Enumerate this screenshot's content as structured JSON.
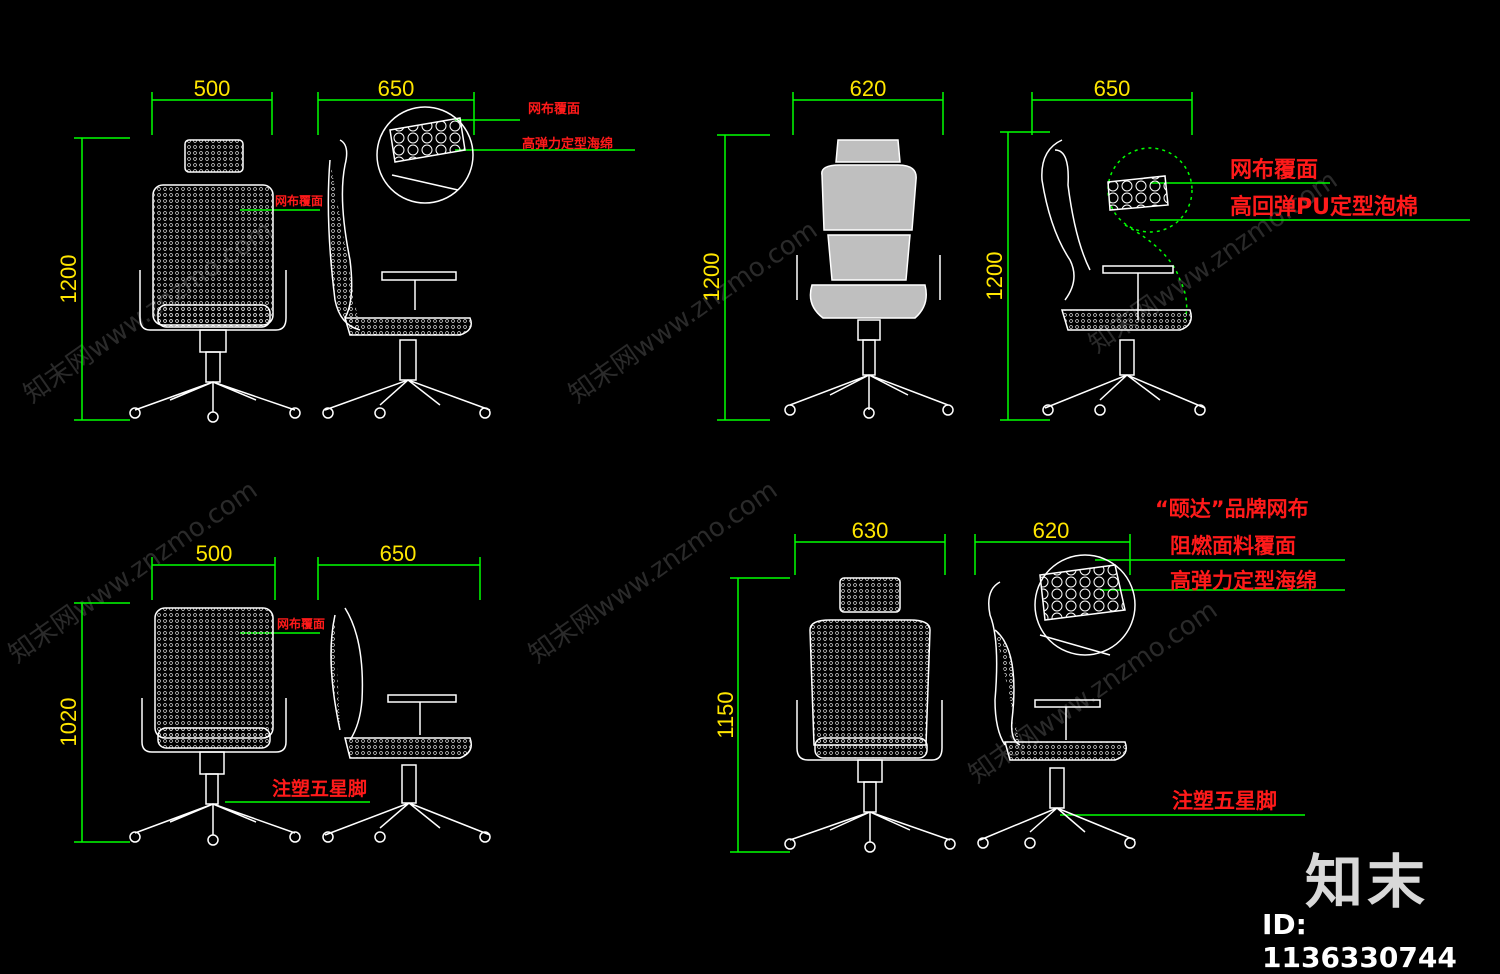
{
  "watermark": "知末网www.znzmo.com",
  "brand_text": "知末",
  "id_text": "ID: 1136330744",
  "colors": {
    "background": "#000000",
    "dimension_line": "#00ff00",
    "dimension_text": "#ffe600",
    "note_text": "#ff1a1a",
    "drawing_line": "#ffffff"
  },
  "views": [
    {
      "id": "view-1",
      "front_width": "500",
      "side_depth": "650",
      "height": "1200",
      "notes": [
        "网布覆面",
        "高弹力定型海绵",
        "网布覆面"
      ]
    },
    {
      "id": "view-2",
      "front_width": "620",
      "side_depth": "650",
      "height_front": "1200",
      "height_side": "1200",
      "notes": [
        "网布覆面",
        "高回弹PU定型泡棉"
      ]
    },
    {
      "id": "view-3",
      "front_width": "500",
      "side_depth": "650",
      "height": "1020",
      "notes": [
        "网布覆面",
        "注塑五星脚"
      ]
    },
    {
      "id": "view-4",
      "front_width": "630",
      "side_depth": "620",
      "height": "1150",
      "notes": [
        "“颐达”品牌网布",
        "阻燃面料覆面",
        "高弹力定型海绵",
        "注塑五星脚"
      ]
    }
  ]
}
